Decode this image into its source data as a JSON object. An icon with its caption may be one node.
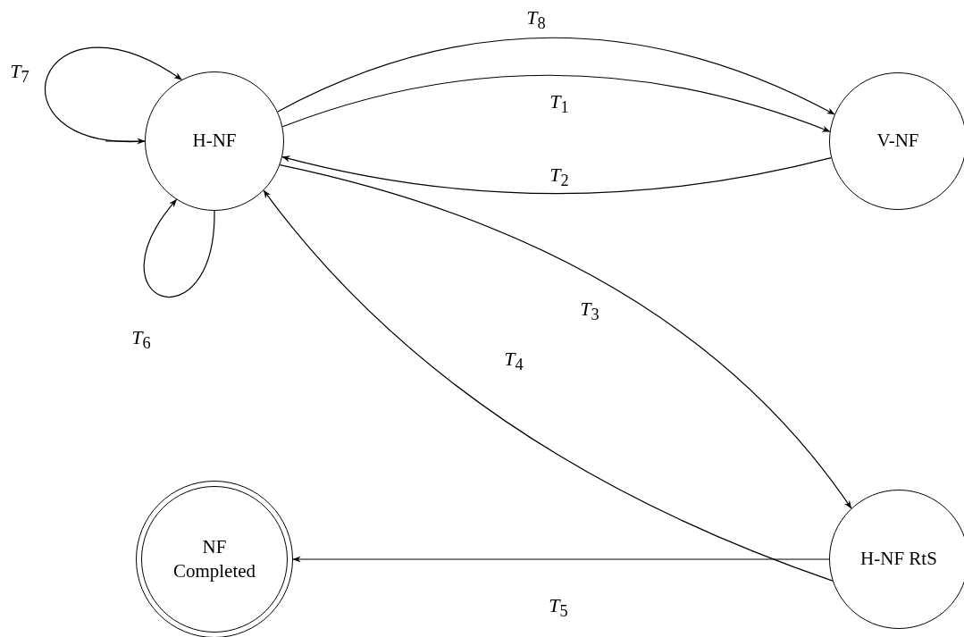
{
  "diagram": {
    "nodes": [
      {
        "text": [
          "H-NF"
        ]
      },
      {
        "text": [
          "V-NF"
        ]
      },
      {
        "text": [
          "H-NF RtS"
        ]
      },
      {
        "text": [
          "NF Completed"
        ]
      }
    ],
    "edges": [
      {
        "from": 0,
        "to": 1,
        "arrow": "to",
        "label": "*T*$_{8}$"
      },
      {
        "from": 0,
        "to": 1,
        "arrow": "to",
        "label": "*T*$_{1}$"
      },
      {
        "from": 1,
        "to": 0,
        "arrow": "to",
        "label": "*T*$_{2}$"
      },
      {
        "from": 0,
        "to": 2,
        "arrow": "to",
        "label": "*T*$_{3}$"
      },
      {
        "from": 2,
        "to": 0,
        "arrow": "to",
        "label": "*T*$_{4}$"
      },
      {
        "from": 2,
        "to": 3,
        "arrow": "to",
        "label": "*T*$_{5}$"
      },
      {
        "from": 0,
        "to": 0,
        "arrow": "to",
        "label": "*T*$_{7}$"
      },
      {
        "from": 0,
        "to": 0,
        "arrow": "to",
        "label": "*T*$_{6}$"
      },
      {
        "from": null,
        "to": 0,
        "arrow": "to"
      }
    ]
  }
}
